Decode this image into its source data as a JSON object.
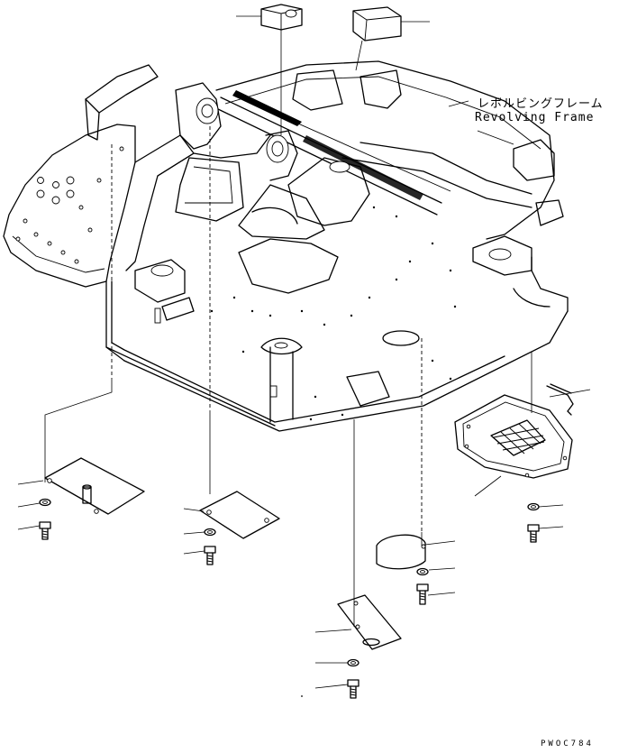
{
  "diagram": {
    "part_label_jp": "レボルビングフレーム",
    "part_label_en": "Revolving Frame",
    "figure_code": "PWOC784"
  },
  "colors": {
    "line": "#000000",
    "background": "#ffffff"
  },
  "parts": [
    "bracket-top",
    "rubber-pad-top",
    "cover-plate-left",
    "cover-plate-center-left",
    "cover-plate-center-right",
    "cover-plate-bottom",
    "screen-cover-right",
    "spring-clip-right",
    "washer",
    "bolt"
  ]
}
